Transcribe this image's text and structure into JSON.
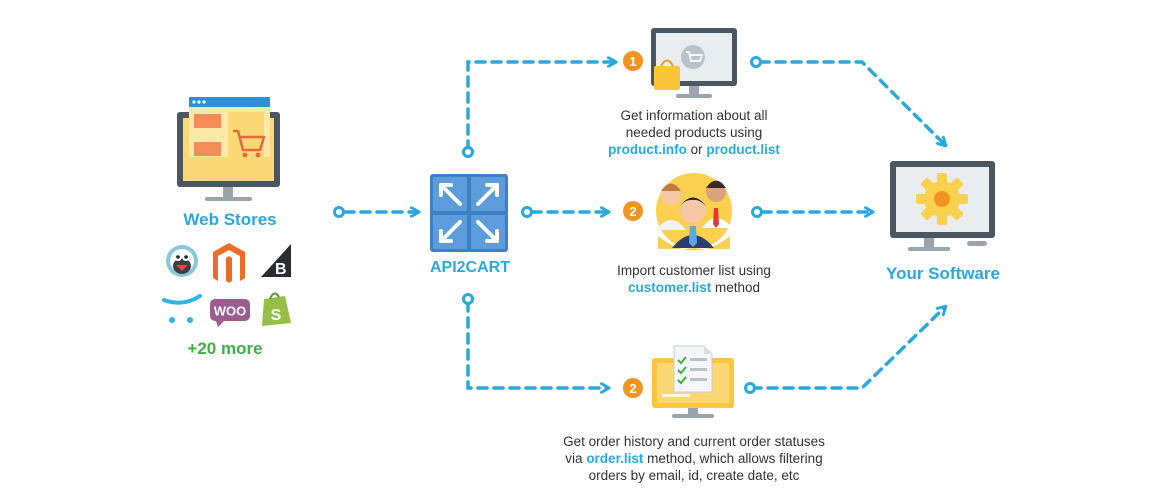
{
  "web_stores": {
    "label": "Web Stores",
    "more": "+20 more"
  },
  "api2cart": {
    "label": "API2CART"
  },
  "your_software": {
    "label": "Your Software"
  },
  "steps": [
    {
      "badge": "1",
      "text_line1": "Get information about all",
      "text_line2": "needed products using",
      "method_a": "product.info",
      "or": " or ",
      "method_b": "product.list"
    },
    {
      "badge": "2",
      "text_line1": "Import customer list using",
      "method": "customer.list",
      "suffix": " method"
    },
    {
      "badge": "2",
      "text_line1": "Get order history and current order statuses",
      "prefix": "via ",
      "method": "order.list",
      "suffix": " method, which allows filtering",
      "text_line3": "orders by email, id, create date, etc"
    }
  ],
  "platform_logos": [
    "prestashop-logo",
    "magento-logo",
    "bigcommerce-logo",
    "opencart-logo",
    "woocommerce-logo",
    "shopify-logo"
  ],
  "logo_text": {
    "woo": "WOO",
    "bigcommerce": "B",
    "shopify": "S"
  },
  "colors": {
    "accent": "#29a8df",
    "badge": "#f39322",
    "more": "#3fae49",
    "api_box": "#3f7fc4",
    "monitor": "#4a5763"
  }
}
